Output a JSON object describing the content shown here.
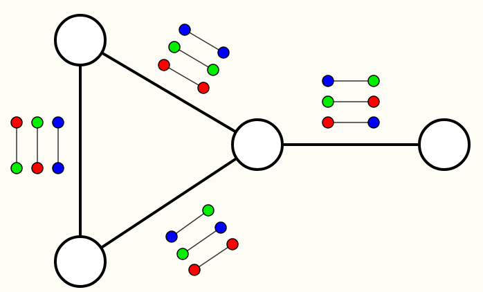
{
  "colors": {
    "background": "#fdfdf5",
    "red": "#ff0000",
    "green": "#00ee00",
    "blue": "#0000ff",
    "node_fill": "#ffffff",
    "stroke": "#000000"
  },
  "nodes": [
    "top-left",
    "bottom-left",
    "center",
    "right"
  ],
  "edges": [
    {
      "from": "top-left",
      "to": "bottom-left",
      "pairs": [
        [
          "red",
          "green"
        ],
        [
          "green",
          "red"
        ],
        [
          "blue",
          "blue"
        ]
      ]
    },
    {
      "from": "top-left",
      "to": "center",
      "pairs": [
        [
          "blue",
          "blue"
        ],
        [
          "green",
          "green"
        ],
        [
          "red",
          "red"
        ]
      ]
    },
    {
      "from": "bottom-left",
      "to": "center",
      "pairs": [
        [
          "blue",
          "green"
        ],
        [
          "green",
          "blue"
        ],
        [
          "red",
          "red"
        ]
      ]
    },
    {
      "from": "center",
      "to": "right",
      "pairs": [
        [
          "blue",
          "green"
        ],
        [
          "green",
          "red"
        ],
        [
          "red",
          "blue"
        ]
      ]
    }
  ]
}
